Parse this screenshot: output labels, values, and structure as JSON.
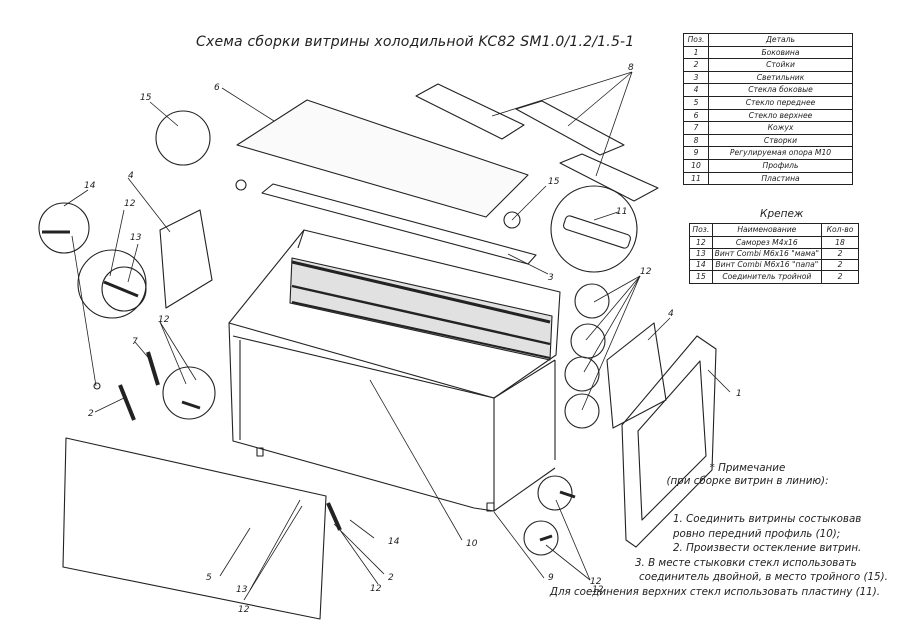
{
  "title": "Схема сборки витрины холодильной KC82 SM1.0/1.2/1.5-1",
  "parts_table": {
    "headers": [
      "Поз.",
      "Деталь"
    ],
    "rows": [
      [
        "1",
        "Боковина"
      ],
      [
        "2",
        "Стойки"
      ],
      [
        "3",
        "Светильник"
      ],
      [
        "4",
        "Стекла боковые"
      ],
      [
        "5",
        "Стекло переднее"
      ],
      [
        "6",
        "Стекло верхнее"
      ],
      [
        "7",
        "Кожух"
      ],
      [
        "8",
        "Створки"
      ],
      [
        "9",
        "Регулируемая опора М10"
      ],
      [
        "10",
        "Профиль"
      ],
      [
        "11",
        "Пластина"
      ]
    ]
  },
  "fasteners": {
    "title": "Крепеж",
    "headers": [
      "Поз.",
      "Наименование",
      "Кол-во"
    ],
    "rows": [
      [
        "12",
        "Саморез М4х16",
        "18"
      ],
      [
        "13",
        "Винт Combi М6х16 \"мама\"",
        "2"
      ],
      [
        "14",
        "Винт Combi М6х16 \"папа\"",
        "2"
      ],
      [
        "15",
        "Соединитель тройной",
        "2"
      ]
    ]
  },
  "note": {
    "title_line1": "* Примечание",
    "title_line2": "(при сборке витрин в линию):",
    "lines": [
      "1.   Соединить витрины состыковав",
      "ровно передний профиль (10);",
      "2.   Произвести остекление витрин.",
      "3.   В месте стыковки стекл использовать",
      "соединитель двойной, в место тройного (15).",
      "Для соединения верхних стекл использовать пластину (11)."
    ]
  },
  "callouts": [
    "1",
    "2",
    "2",
    "3",
    "4",
    "4",
    "5",
    "6",
    "7",
    "8",
    "9",
    "10",
    "11",
    "12",
    "12",
    "12",
    "12",
    "12",
    "12",
    "12",
    "13",
    "13",
    "14",
    "14",
    "15",
    "15"
  ]
}
